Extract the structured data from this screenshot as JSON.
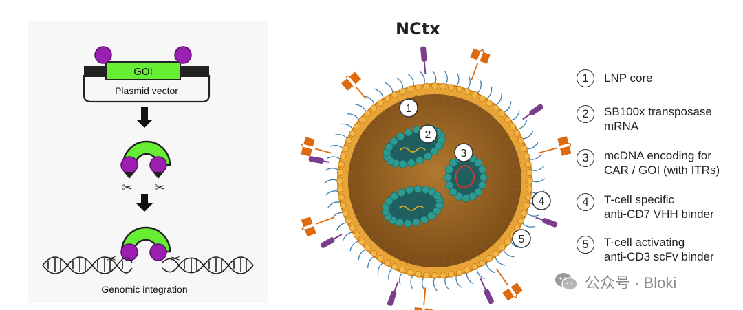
{
  "left_diagram": {
    "goi_label": "GOI",
    "plasmid_label": "Plasmid vector",
    "genomic_label": "Genomic integration",
    "scissors_glyph": "✂",
    "colors": {
      "goi_green": "#66ee33",
      "transposase_purple": "#9b1fb0"
    }
  },
  "nctx": {
    "title": "NCtx",
    "markers": [
      "1",
      "2",
      "3",
      "4",
      "5"
    ],
    "colors": {
      "shell": "#e8a437",
      "core": "#8a5a1c",
      "mrna_teal": "#2e8f8a",
      "orange_binder": "#dd6a0f",
      "purple_binder": "#7a3d8c"
    }
  },
  "legend": {
    "items": [
      {
        "num": "1",
        "text": "LNP core"
      },
      {
        "num": "2",
        "text": "SB100x transposase\nmRNA"
      },
      {
        "num": "3",
        "text": "mcDNA encoding for\nCAR / GOI (with ITRs)"
      },
      {
        "num": "4",
        "text": "T-cell specific\nanti-CD7 VHH binder"
      },
      {
        "num": "5",
        "text": "T-cell activating\nanti-CD3 scFv binder"
      }
    ]
  },
  "watermark": {
    "icon": "wechat-icon",
    "text": "公众号 · Bloki"
  }
}
